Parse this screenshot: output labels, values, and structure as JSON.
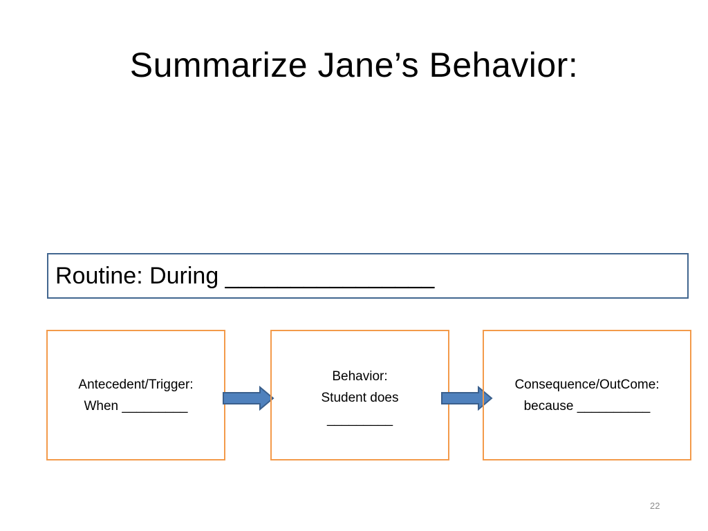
{
  "slide": {
    "title": "Summarize Jane’s Behavior:",
    "routine": "Routine: During ________________",
    "page_number": "22"
  },
  "steps": [
    {
      "heading": "Antecedent/Trigger:",
      "text": "When _________"
    },
    {
      "heading": "Behavior:",
      "line2": "Student does",
      "line3": "_________"
    },
    {
      "heading": "Consequence/OutCome:",
      "text": "because __________"
    }
  ],
  "colors": {
    "routine_border": "#41668f",
    "step_border": "#f39a4a",
    "arrow_fill": "#4f81bd",
    "arrow_stroke": "#3a5f8c"
  }
}
